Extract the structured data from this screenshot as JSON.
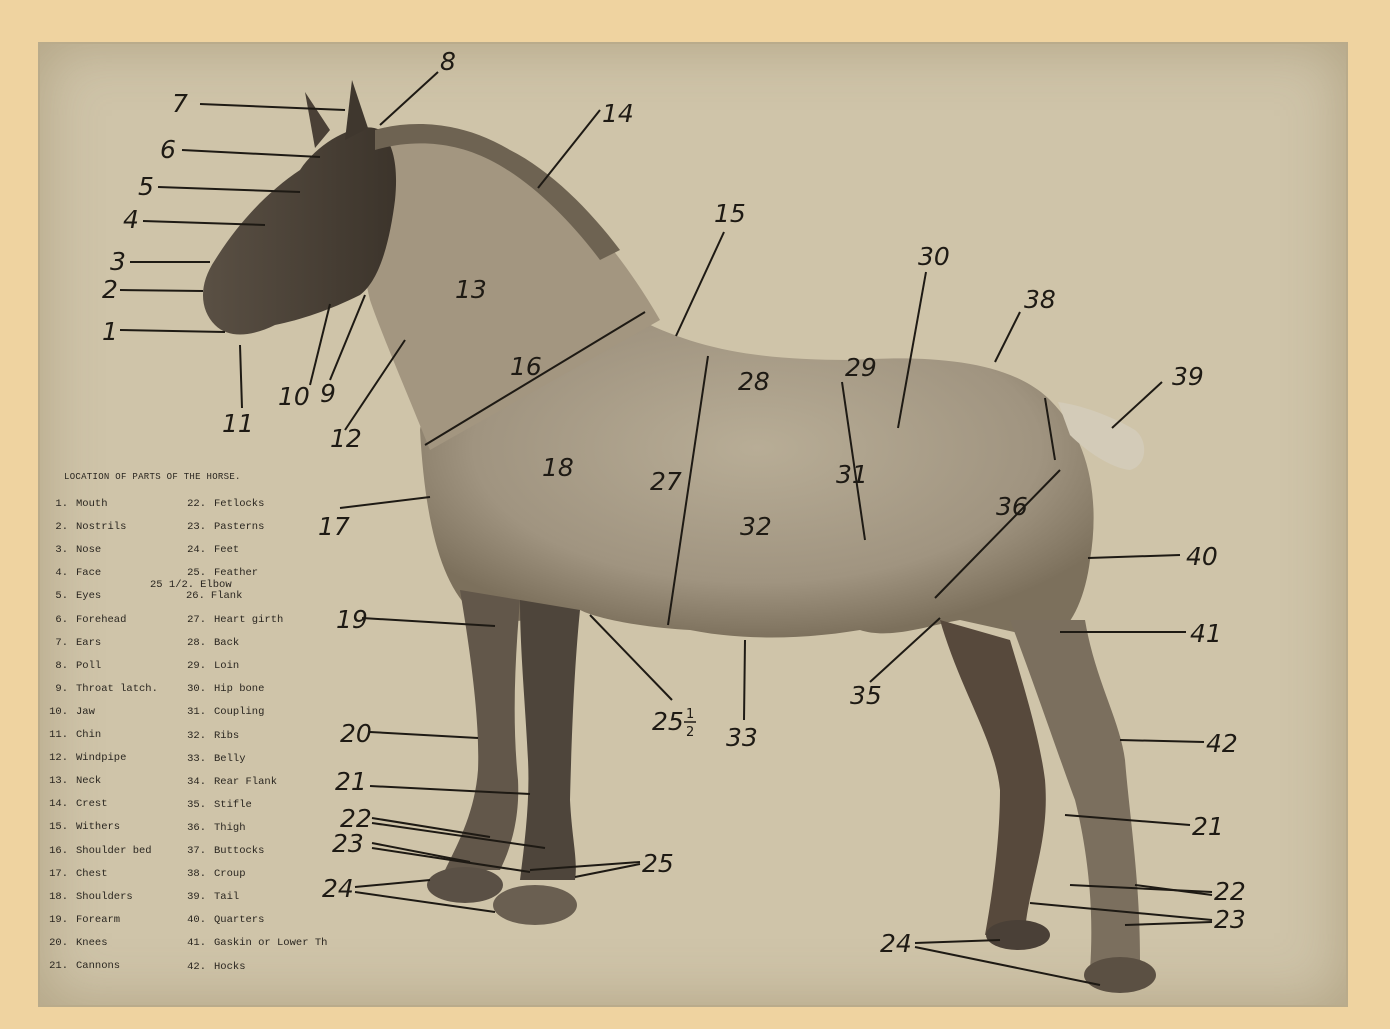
{
  "legend": {
    "title": "LOCATION OF PARTS OF THE HORSE.",
    "left_items": [
      {
        "num": "1.",
        "label": "Mouth"
      },
      {
        "num": "2.",
        "label": "Nostrils"
      },
      {
        "num": "3.",
        "label": "Nose"
      },
      {
        "num": "4.",
        "label": "Face"
      },
      {
        "num": "5.",
        "label": "Eyes"
      },
      {
        "num": "6.",
        "label": "Forehead"
      },
      {
        "num": "7.",
        "label": "Ears"
      },
      {
        "num": "8.",
        "label": "Poll"
      },
      {
        "num": "9.",
        "label": "Throat latch."
      },
      {
        "num": "10.",
        "label": "Jaw"
      },
      {
        "num": "11.",
        "label": "Chin"
      },
      {
        "num": "12.",
        "label": "Windpipe"
      },
      {
        "num": "13.",
        "label": "Neck"
      },
      {
        "num": "14.",
        "label": "Crest"
      },
      {
        "num": "15.",
        "label": "Withers"
      },
      {
        "num": "16.",
        "label": "Shoulder bed"
      },
      {
        "num": "17.",
        "label": "Chest"
      },
      {
        "num": "18.",
        "label": "Shoulders"
      },
      {
        "num": "19.",
        "label": "Forearm"
      },
      {
        "num": "20.",
        "label": "Knees"
      },
      {
        "num": "21.",
        "label": "Cannons"
      }
    ],
    "right_items": [
      {
        "num": "22.",
        "label": "Fetlocks"
      },
      {
        "num": "23.",
        "label": "Pasterns"
      },
      {
        "num": "24.",
        "label": "Feet"
      },
      {
        "num": "25.",
        "label": "Feather"
      },
      {
        "num": "25 1/2.",
        "label": "Elbow"
      },
      {
        "num": "26.",
        "label": "Flank"
      },
      {
        "num": "27.",
        "label": "Heart girth"
      },
      {
        "num": "28.",
        "label": "Back"
      },
      {
        "num": "29.",
        "label": "Loin"
      },
      {
        "num": "30.",
        "label": "Hip bone"
      },
      {
        "num": "31.",
        "label": "Coupling"
      },
      {
        "num": "32.",
        "label": "Ribs"
      },
      {
        "num": "33.",
        "label": "Belly"
      },
      {
        "num": "34.",
        "label": "Rear Flank"
      },
      {
        "num": "35.",
        "label": "Stifle"
      },
      {
        "num": "36.",
        "label": "Thigh"
      },
      {
        "num": "37.",
        "label": "Buttocks"
      },
      {
        "num": "38.",
        "label": "Croup"
      },
      {
        "num": "39.",
        "label": "Tail"
      },
      {
        "num": "40.",
        "label": "Quarters"
      },
      {
        "num": "41.",
        "label": "Gaskin or Lower Th"
      },
      {
        "num": "42.",
        "label": "Hocks"
      }
    ]
  },
  "callouts": {
    "n1": "1",
    "n2": "2",
    "n3": "3",
    "n4": "4",
    "n5": "5",
    "n6": "6",
    "n7": "7",
    "n8": "8",
    "n9": "9",
    "n10": "10",
    "n11": "11",
    "n12": "12",
    "n13": "13",
    "n14": "14",
    "n15": "15",
    "n16": "16",
    "n17": "17",
    "n18": "18",
    "n19": "19",
    "n20": "20",
    "n21a": "21",
    "n21b": "21",
    "n22a": "22",
    "n22b": "22",
    "n23a": "23",
    "n23b": "23",
    "n24a": "24",
    "n24b": "24",
    "n25": "25",
    "n25h": "25",
    "n25frac_top": "1",
    "n25frac_bot": "2",
    "n27": "27",
    "n28": "28",
    "n29": "29",
    "n30": "30",
    "n31": "31",
    "n32": "32",
    "n33": "33",
    "n35": "35",
    "n36": "36",
    "n38": "38",
    "n39": "39",
    "n40": "40",
    "n41": "41",
    "n42": "42"
  },
  "colors": {
    "paper": "#efd3a0",
    "plate": "#cfc4a9",
    "horse": "#9c8f78",
    "ink": "#1e1a14"
  }
}
